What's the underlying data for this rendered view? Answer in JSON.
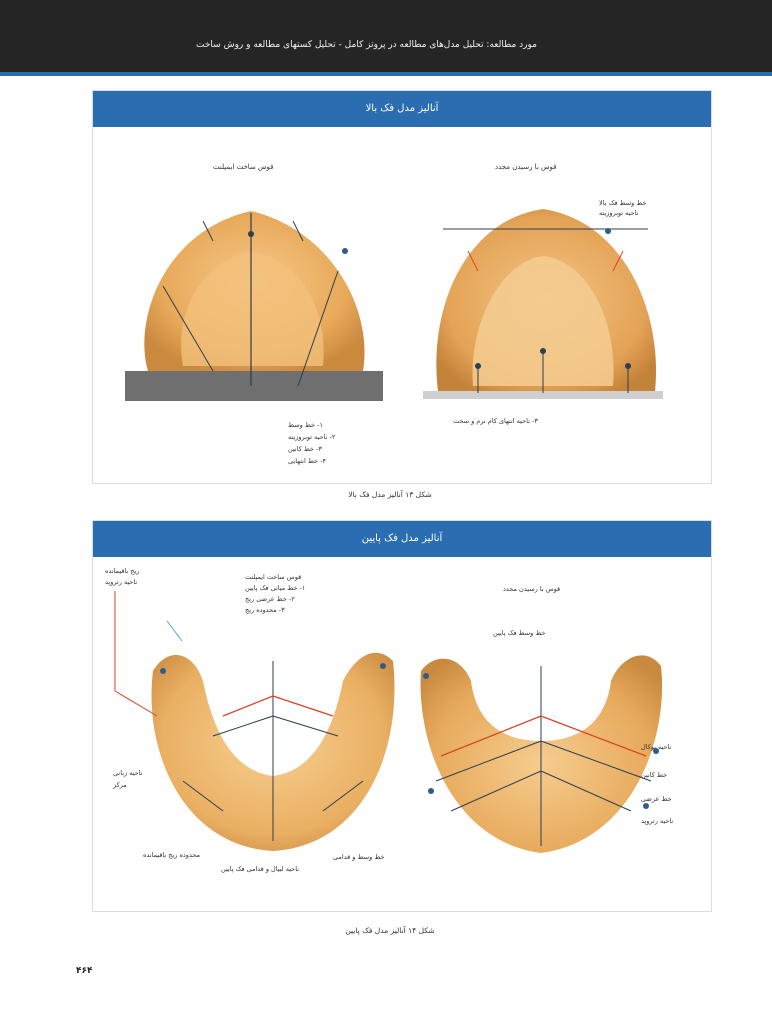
{
  "header": {
    "title": "مورد مطالعه: تحلیل مدل‌های مطالعه در پروتز کامل - تحلیل کستهای مطالعه و روش ساخت"
  },
  "sections": [
    {
      "heading": "آنالیز مدل فک بالا",
      "left_panel_title": "قوس ساخت ایمپلنت",
      "right_panel_title": "قوس با رسیدن مجدد",
      "right_note_lines": [
        "خط وسط فک بالا",
        "ناحیه توبروزیته"
      ],
      "bottom_note": "۳- ناحیه انتهای کام نرم و سخت",
      "left_notes": [
        "۱- خط وسط",
        "۲- ناحیه توبروزیته",
        "۳- خط کانین",
        "۴- خط انتهایی"
      ],
      "figure_caption": "شکل ۱۳ آنالیز مدل فک بالا"
    },
    {
      "heading": "آنالیز مدل فک پایین",
      "left_top_label": [
        "ریج باقیمانده",
        "ناحیه رتروپد"
      ],
      "left_panel_title_lines": [
        "قوس ساخت ایمپلنت",
        "۱- خط میانی فک پایین",
        "۲- خط عرضی ریج",
        "۳- محدوده ریج"
      ],
      "right_panel_title": "قوس با رسیدن مجدد",
      "right_sub_title": "خط وسط فک پایین",
      "left_side_notes": [
        "ناحیه زبانی",
        "مرکز"
      ],
      "right_side_notes": [
        "ناحیه بوکال",
        "خط کانین",
        "خط عرضی",
        "ناحیه رتروپد"
      ],
      "bottom_notes": [
        "محدوده ریج باقیمانده",
        "ناحیه لبیال و قدامی فک پایین",
        "خط وسط و قدامی"
      ],
      "figure_caption": "شکل ۱۴ آنالیز مدل فک پایین"
    }
  ],
  "page_number": "۴۶۴"
}
